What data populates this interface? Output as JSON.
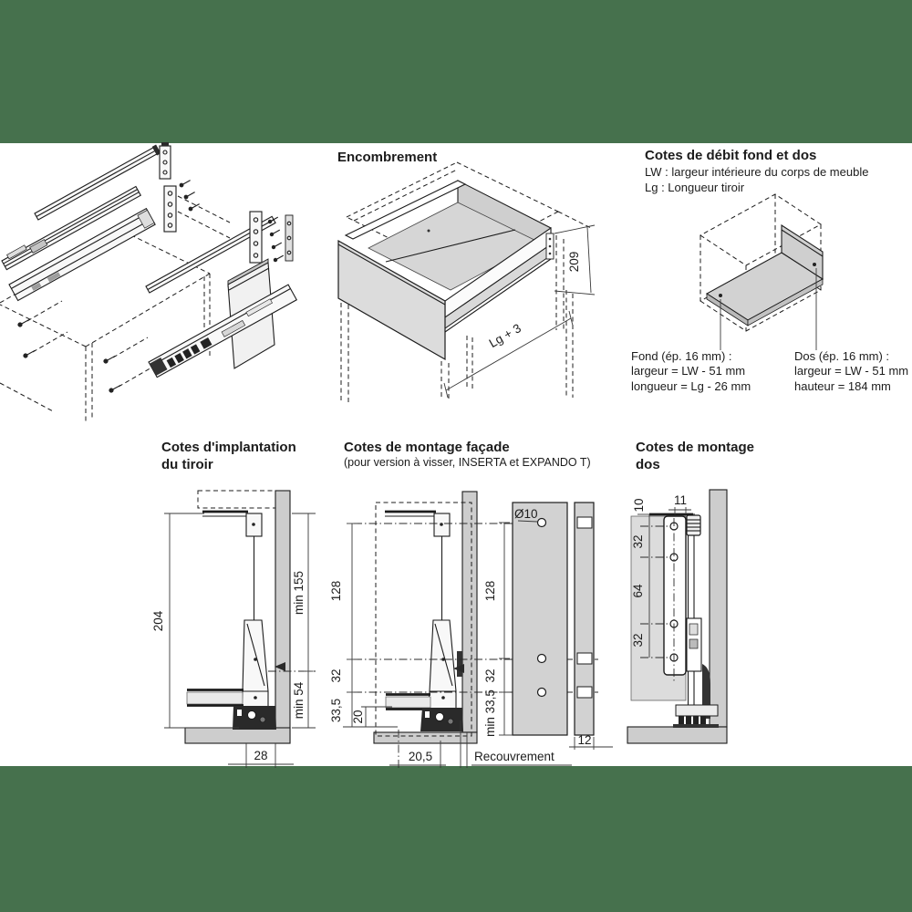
{
  "colors": {
    "letterbox": "#46714d",
    "cabinet_gray": "#cdcdcd",
    "panel_gray": "#d6d6d6",
    "line": "#1c1c1c"
  },
  "sections": {
    "encombrement": {
      "title": "Encombrement",
      "dim_height": "209",
      "dim_depth": "Lg + 3"
    },
    "debit": {
      "title": "Cotes de débit fond et dos",
      "def_lw": "LW : largeur intérieure du corps de meuble",
      "def_lg": "Lg : Longueur tiroir",
      "fond_title": "Fond (ép. 16 mm) :",
      "fond_line1": "largeur = LW - 51 mm",
      "fond_line2": "longueur = Lg - 26 mm",
      "dos_title": "Dos (ép. 16 mm) :",
      "dos_line1": "largeur = LW - 51 mm",
      "dos_line2": "hauteur = 184 mm"
    },
    "implantation": {
      "title1": "Cotes d'implantation",
      "title2": "du tiroir",
      "dim_total": "204",
      "dim_min_top": "min 155",
      "dim_min_bottom": "min 54",
      "dim_back": "28"
    },
    "facade": {
      "title": "Cotes de montage façade",
      "subtitle": "(pour version à visser, INSERTA et EXPANDO T)",
      "cs_128": "128",
      "cs_32": "32",
      "cs_335": "33,5",
      "cs_20": "20",
      "cs_205": "20,5",
      "recouvrement": "Recouvrement",
      "hole_dia": "Ø10",
      "fv_128": "128",
      "fv_32": "32",
      "fv_min335": "min 33,5",
      "strip_12": "12"
    },
    "dos_mount": {
      "title1": "Cotes de montage",
      "title2": "dos",
      "dim_10": "10",
      "dim_11": "11",
      "dim_32a": "32",
      "dim_64": "64",
      "dim_32b": "32"
    }
  }
}
